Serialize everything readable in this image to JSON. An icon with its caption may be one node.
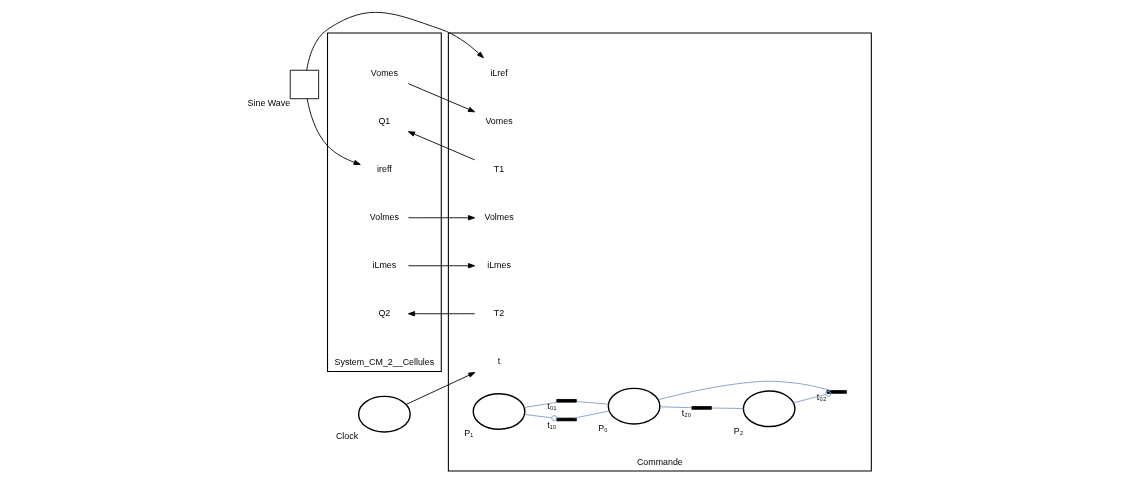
{
  "diagram": {
    "nodes": [
      {
        "text": [
          "Commande"
        ]
      },
      {
        "text": [
          "Volmes"
        ],
        "in": 0
      },
      {
        "text": [
          "iLmes"
        ],
        "in": 0
      },
      {
        "text": [
          "iLref"
        ],
        "in": 0
      },
      {
        "text": [
          "t"
        ],
        "in": 0
      },
      {
        "text": [
          "Vomes"
        ],
        "in": 0
      },
      {
        "text": [
          "T1"
        ],
        "in": 0
      },
      {
        "text": [
          "T2"
        ],
        "in": 0
      },
      {
        "text": [],
        "shape": "circle",
        "beside": [
          "P₁"
        ],
        "in": 0
      },
      {
        "text": [],
        "shape": "bar",
        "beside": [
          "t₁₀"
        ],
        "in": 0
      },
      {
        "text": [],
        "shape": "bar",
        "beside": [
          "t₀₁"
        ],
        "in": 0
      },
      {
        "text": [],
        "shape": "circle",
        "beside": [
          "P₀"
        ],
        "in": 0
      },
      {
        "text": [],
        "shape": "bar",
        "beside": [
          "t₂₀"
        ],
        "in": 0
      },
      {
        "text": [],
        "shape": "bar",
        "beside": [
          "t₀₂"
        ],
        "in": 0
      },
      {
        "text": [],
        "shape": "circle",
        "beside": [
          "P₂"
        ],
        "in": 0
      },
      {
        "text": [
          "System_CM_2__Cellules"
        ]
      },
      {
        "text": [
          "Q2"
        ],
        "in": 15
      },
      {
        "text": [
          "Q1"
        ],
        "in": 15
      },
      {
        "text": [
          "ireff"
        ],
        "in": 15
      },
      {
        "text": [
          "iLmes"
        ],
        "in": 15
      },
      {
        "text": [
          "Volmes"
        ],
        "in": 15
      },
      {
        "text": [
          "Vomes"
        ],
        "in": 15
      },
      {
        "text": [],
        "shape": "box",
        "beside": [
          "Sine Wave"
        ]
      },
      {
        "text": [],
        "shape": "circle",
        "beside": [
          "Clock"
        ]
      }
    ],
    "edges": [
      {
        "from": 20,
        "to": 1,
        "arrow": "to"
      },
      {
        "from": 19,
        "to": 2,
        "arrow": "to"
      },
      {
        "from": 22,
        "to": 3,
        "arrow": "to"
      },
      {
        "from": 23,
        "to": 4,
        "arrow": "to"
      },
      {
        "from": 21,
        "to": 5,
        "arrow": "to"
      },
      {
        "from": 22,
        "to": 18,
        "arrow": "to"
      },
      {
        "from": 6,
        "to": 17,
        "arrow": "to"
      },
      {
        "from": 7,
        "to": 16,
        "arrow": "to"
      },
      {
        "from": 8,
        "to": 9,
        "arrow": "other",
        "color": "#7a9cc6"
      },
      {
        "from": 9,
        "to": 11,
        "arrow": "none",
        "color": "#7a9cc6"
      },
      {
        "from": 8,
        "to": 10,
        "arrow": "none",
        "color": "#7a9cc6"
      },
      {
        "from": 10,
        "to": 11,
        "arrow": "none",
        "color": "#7a9cc6"
      },
      {
        "from": 11,
        "to": 12,
        "arrow": "none",
        "color": "#7a9cc6"
      },
      {
        "from": 12,
        "to": 14,
        "arrow": "none",
        "color": "#7a9cc6"
      },
      {
        "from": 11,
        "to": 13,
        "arrow": "none",
        "color": "#7a9cc6"
      },
      {
        "from": 14,
        "to": 13,
        "arrow": "other",
        "color": "#7a9cc6"
      }
    ]
  }
}
